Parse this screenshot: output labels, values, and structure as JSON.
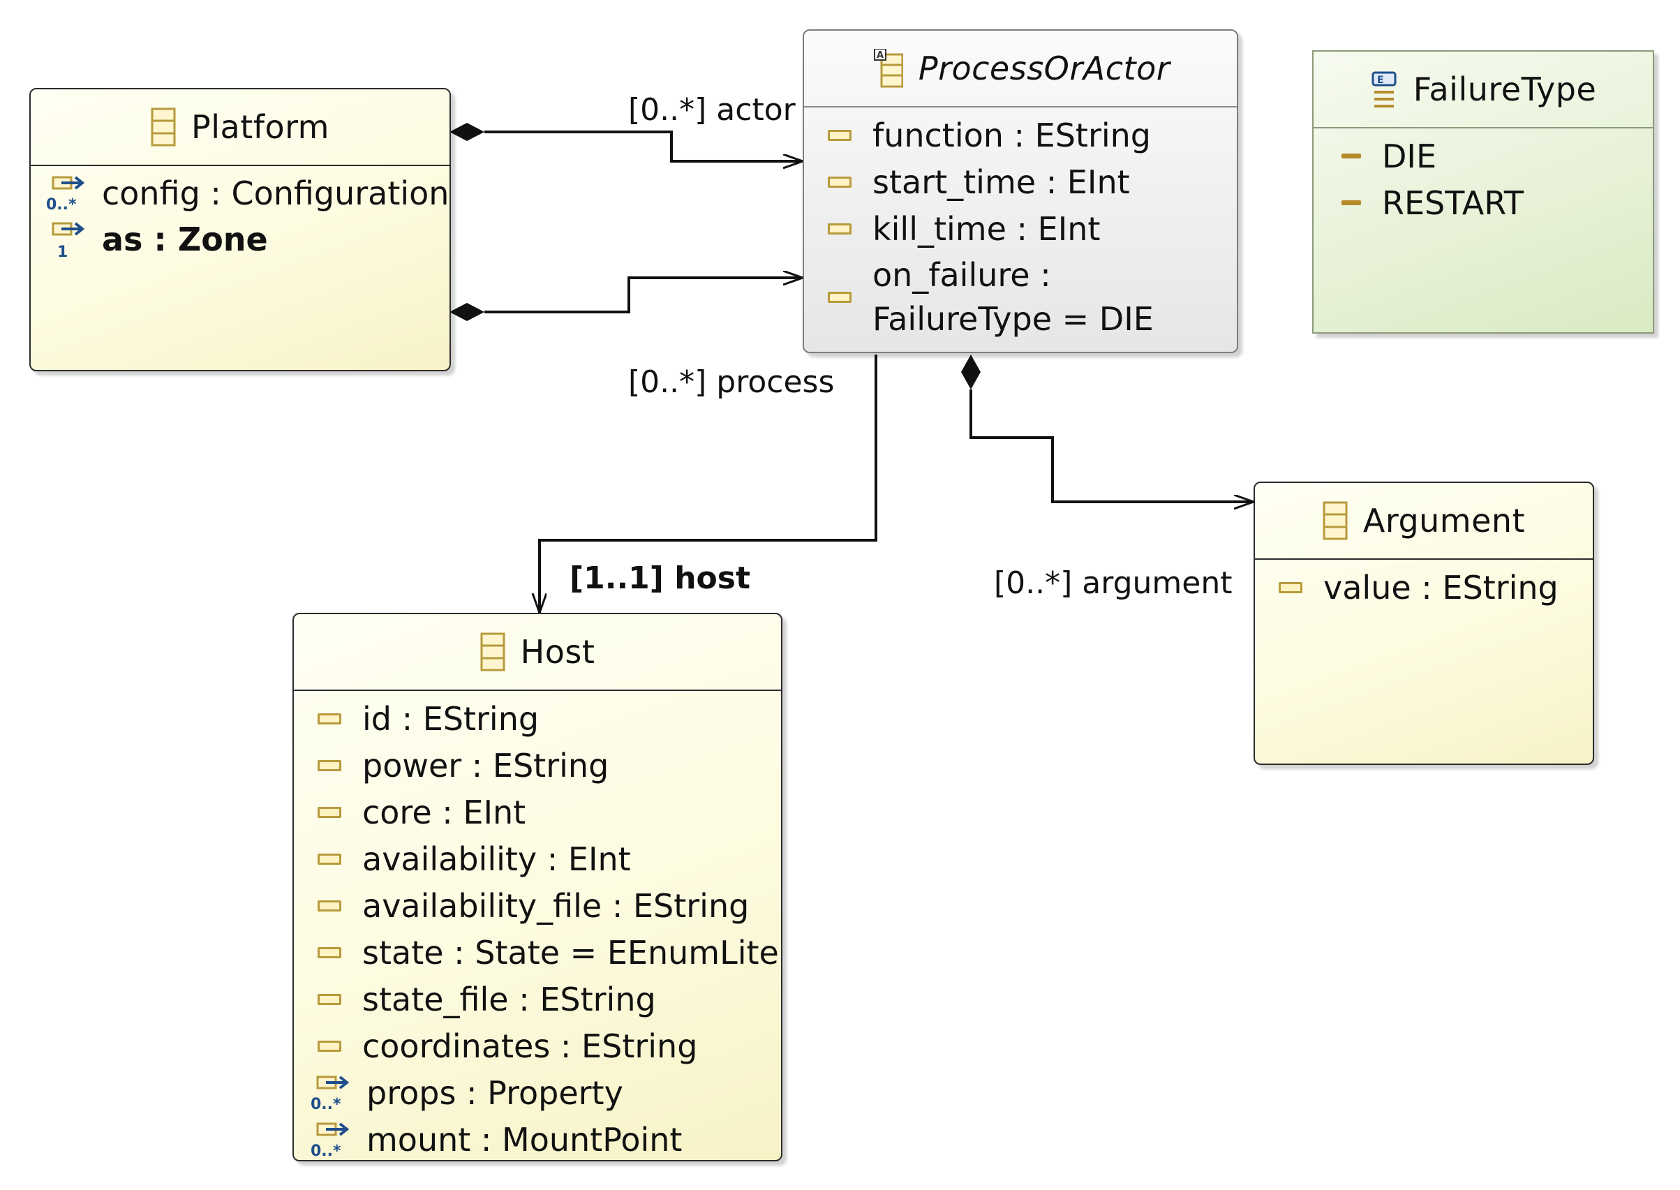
{
  "classes": {
    "platform": {
      "name": "Platform",
      "features": [
        {
          "text": "config : Configuration",
          "kind": "ref",
          "mult": "0..*"
        },
        {
          "text": "as : Zone",
          "kind": "ref",
          "mult": "1"
        }
      ]
    },
    "process_or_actor": {
      "name": "ProcessOrActor",
      "abstract": true,
      "features": [
        {
          "text": "function : EString"
        },
        {
          "text": "start_time : EInt"
        },
        {
          "text": "kill_time : EInt"
        },
        {
          "text": "on_failure :"
        },
        {
          "text": "FailureType = DIE"
        }
      ]
    },
    "failure_type": {
      "name": "FailureType",
      "literals": [
        "DIE",
        "RESTART"
      ]
    },
    "argument": {
      "name": "Argument",
      "features": [
        {
          "text": "value : EString"
        }
      ]
    },
    "host": {
      "name": "Host",
      "features": [
        {
          "text": "id : EString",
          "kind": "attr"
        },
        {
          "text": "power : EString",
          "kind": "attr"
        },
        {
          "text": "core : EInt",
          "kind": "attr"
        },
        {
          "text": "availability : EInt",
          "kind": "attr"
        },
        {
          "text": "availability_file : EString",
          "kind": "attr"
        },
        {
          "text": "state : State = EEnumLiteral",
          "kind": "attr"
        },
        {
          "text": "state_file : EString",
          "kind": "attr"
        },
        {
          "text": "coordinates : EString",
          "kind": "attr"
        },
        {
          "text": "props : Property",
          "kind": "ref",
          "mult": "0..*"
        },
        {
          "text": "mount : MountPoint",
          "kind": "ref",
          "mult": "0..*"
        }
      ]
    }
  },
  "edges": {
    "actor": "[0..*] actor",
    "process": "[0..*] process",
    "host": "[1..1] host",
    "argument": "[0..*] argument"
  },
  "colors": {
    "class_fill": "#fdfbe0",
    "abstract_fill": "#e6e6e6",
    "enum_fill": "#e6f1d6",
    "attr_icon": "#b79a3c",
    "ref_icon": "#1f4e8c"
  }
}
